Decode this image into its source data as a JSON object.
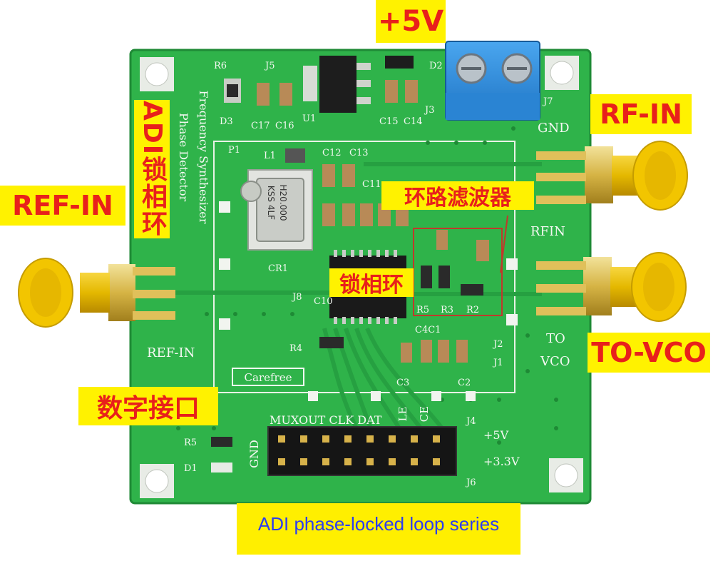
{
  "callouts": {
    "power": "+5V",
    "rf_in": "RF-IN",
    "ref_in": "REF-IN",
    "to_vco": "TO-VCO",
    "adi_pll": "ADI锁相环",
    "loop_filter": "环路滤波器",
    "pll": "锁相环",
    "digital_interface": "数字接口"
  },
  "caption": "ADI phase-locked loop series",
  "silkscreen": {
    "board_title_1": "Phase Detector",
    "board_title_2": "Frequency Synthesizer",
    "brand": "Carefree",
    "crystal_line1": "H20.000",
    "crystal_line2": "KSS 4LF",
    "gnd_top": "GND",
    "rfin": "RFIN",
    "to": "TO",
    "vco": "VCO",
    "ref_in": "REF-IN",
    "header_labels": "MUXOUT CLK DAT",
    "le": "LE",
    "ce": "CE",
    "gnd_side": "GND",
    "v5": "+5V",
    "v33": "+3.3V",
    "refs": {
      "r6": "R6",
      "j5": "J5",
      "d2": "D2",
      "d3": "D3",
      "c17": "C17",
      "c16": "C16",
      "u1": "U1",
      "c15": "C15",
      "c14": "C14",
      "j3": "J3",
      "j7": "J7",
      "p1": "P1",
      "l1": "L1",
      "c12": "C12",
      "c13": "C13",
      "c11": "C11",
      "cr1": "CR1",
      "j8": "J8",
      "c10": "C10",
      "r5": "R5",
      "r3": "R3",
      "r2": "R2",
      "c4c1": "C4C1",
      "r4": "R4",
      "j2": "J2",
      "j1": "J1",
      "c3": "C3",
      "c2": "C2",
      "j4": "J4",
      "j6": "J6",
      "r5b": "R5",
      "d1": "D1"
    }
  },
  "colors": {
    "pcb": "#2fb34a",
    "pcb_dark": "#22923a",
    "silk": "#f4f8f2",
    "terminal_block": "#2d8fe0",
    "sma_gold": "#e4b800",
    "callout_bg": "#fff200",
    "callout_text": "#e8201b",
    "caption_text": "#2d3df0",
    "filter_box": "#c0392b"
  },
  "icons": {
    "header_pins": "pin-header-icon",
    "terminal": "screw-terminal-icon",
    "sma": "sma-connector-icon"
  }
}
